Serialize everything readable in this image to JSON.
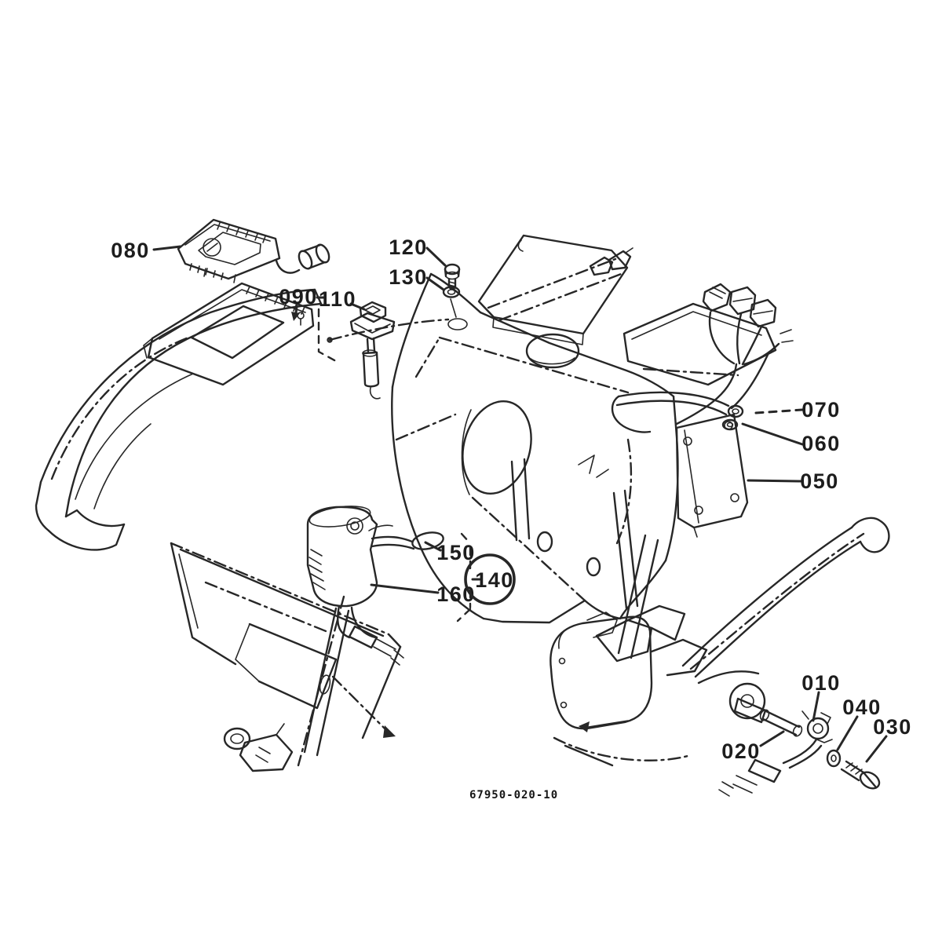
{
  "diagram": {
    "type": "exploded-parts-diagram",
    "drawing_number": "67950-020-10",
    "labels": {
      "p010": "010",
      "p020": "020",
      "p030": "030",
      "p040": "040",
      "p050": "050",
      "p060": "060",
      "p070": "070",
      "p080": "080",
      "p090": "090",
      "p110": "110",
      "p120": "120",
      "p130": "130",
      "p140": "140",
      "p150": "150",
      "p160": "160"
    },
    "highlight": {
      "part": "140",
      "color": "#c9302c"
    },
    "colors": {
      "line": "#272727",
      "background": "#ffffff"
    }
  }
}
